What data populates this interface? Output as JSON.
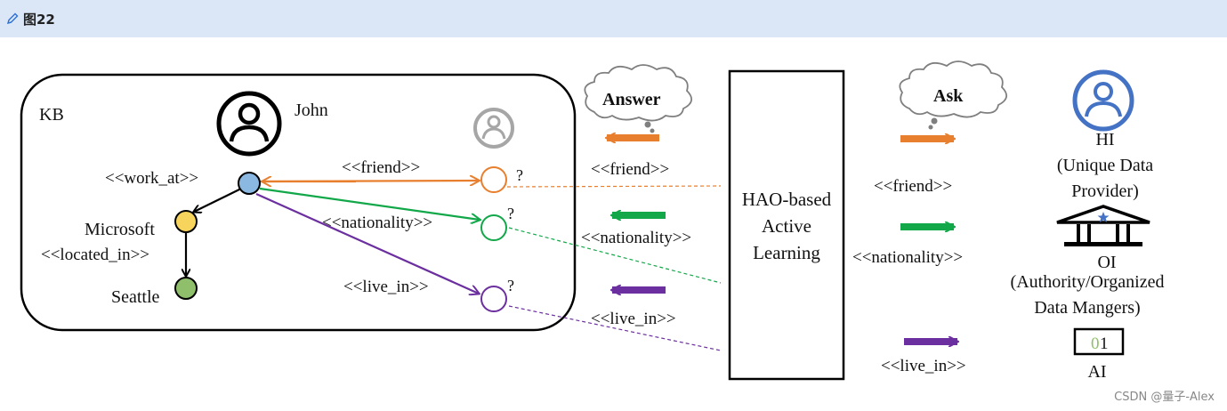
{
  "header": {
    "title": "图22",
    "icon": "pencil-icon"
  },
  "kb": {
    "label": "KB",
    "john": "John",
    "microsoft": "Microsoft",
    "seattle": "Seattle",
    "work_at": "<<work_at>>",
    "located_in": "<<located_in>>",
    "friend": "<<friend>>",
    "nationality": "<<nationality>>",
    "live_in": "<<live_in>>",
    "q1": "?",
    "q2": "?",
    "q3": "?"
  },
  "answer_bubble": "Answer",
  "ask_bubble": "Ask",
  "center_box": {
    "line1": "HAO-based",
    "line2": "Active",
    "line3": "Learning"
  },
  "left_labels": {
    "friend": "<<friend>>",
    "nationality": "<<nationality>>",
    "live_in": "<<live_in>>"
  },
  "right_labels": {
    "friend": "<<friend>>",
    "nationality": "<<nationality>>",
    "live_in": "<<live_in>>"
  },
  "providers": {
    "hi": {
      "line1": "HI",
      "line2": "(Unique Data",
      "line3": "Provider)"
    },
    "oi": {
      "line1": "OI",
      "line2": "(Authority/Organized",
      "line3": "Data Mangers)"
    },
    "ai": {
      "line1": "AI",
      "box_zero": "0",
      "box_one": "1"
    }
  },
  "watermark": "CSDN @量子-Alex",
  "colors": {
    "friend": "#e87f2e",
    "nationality": "#12a84a",
    "live_in": "#6b2f9f",
    "john_node": "#8bb8e0",
    "microsoft_node": "#f7d45c",
    "seattle_node": "#8fbf6a",
    "hi_icon": "#4472c4",
    "ghost_user": "#a6a6a6",
    "header_bg": "#dbe7f7"
  }
}
